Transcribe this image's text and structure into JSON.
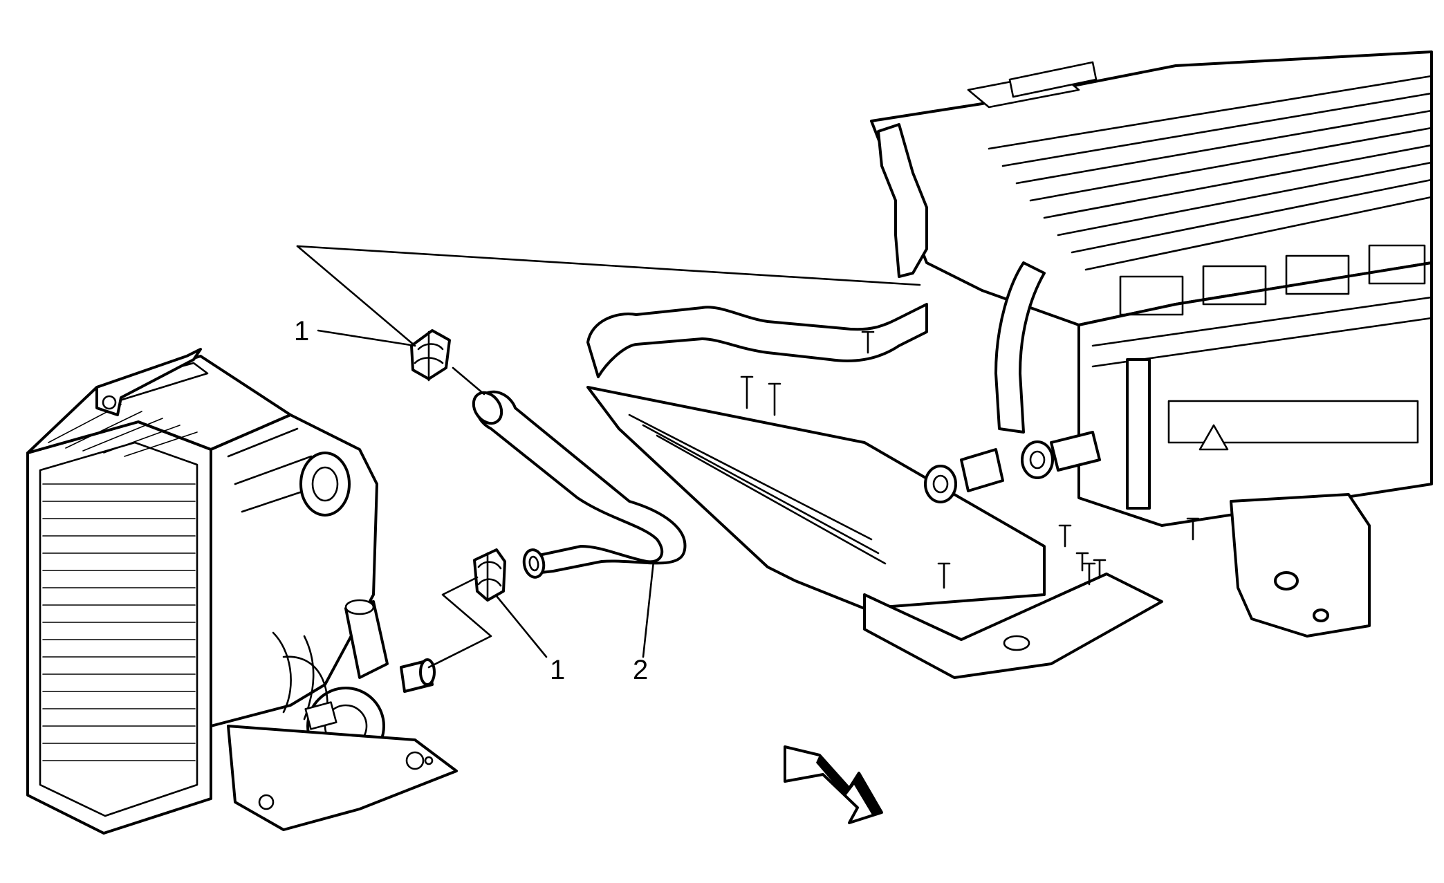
{
  "diagram": {
    "callouts": [
      {
        "id": "c1a",
        "label": "1",
        "part": "hose-clamp"
      },
      {
        "id": "c1b",
        "label": "1",
        "part": "hose-clamp"
      },
      {
        "id": "c2",
        "label": "2",
        "part": "coolant-hose"
      }
    ],
    "direction_arrow": "front-of-vehicle-arrow",
    "colors": {
      "ink": "#000000",
      "background": "#ffffff"
    }
  }
}
